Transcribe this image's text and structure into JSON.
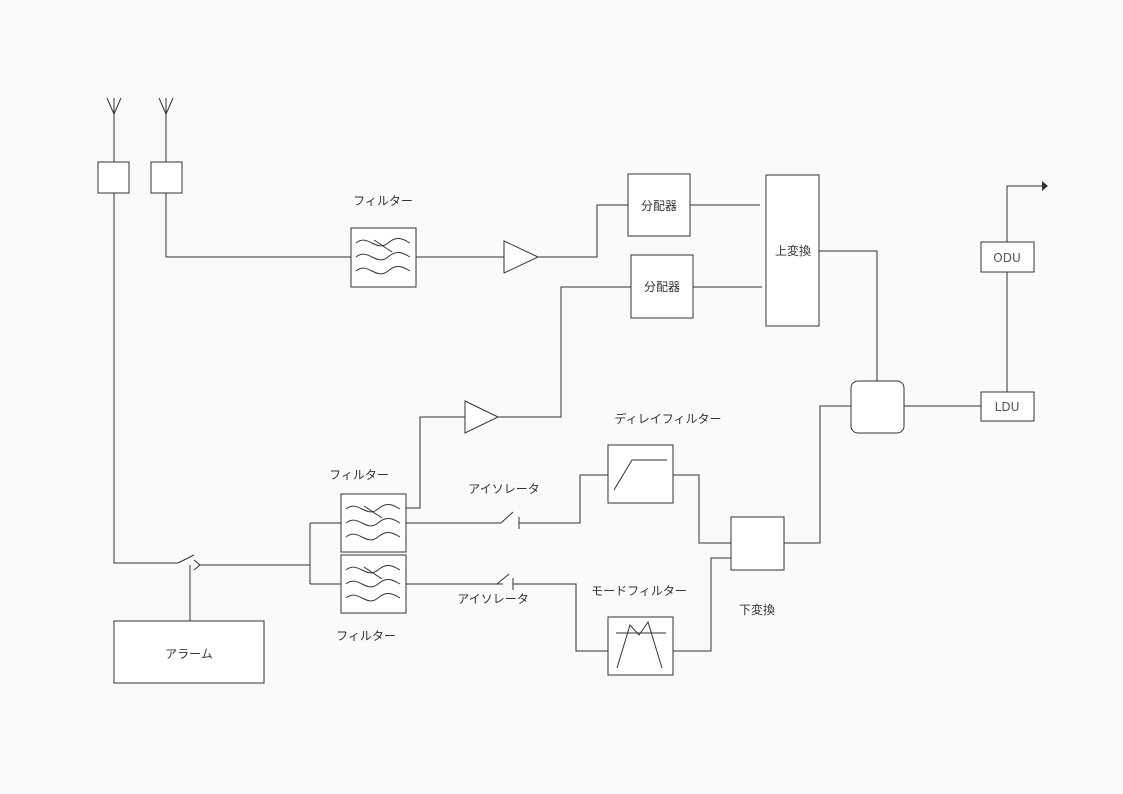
{
  "labels": {
    "filter_top": "フィルター",
    "filter_mid": "フィルター",
    "filter_bottom": "フィルター",
    "splitter_1": "分配器",
    "splitter_2": "分配器",
    "upconverter": "上変換",
    "downconverter": "下変換",
    "odu": "ODU",
    "ldu": "LDU",
    "delay_filter": "ディレイフィルター",
    "mode_filter": "モードフィルター",
    "isolator_1": "アイソレータ",
    "isolator_2": "アイソレータ",
    "alarm": "アラーム"
  }
}
